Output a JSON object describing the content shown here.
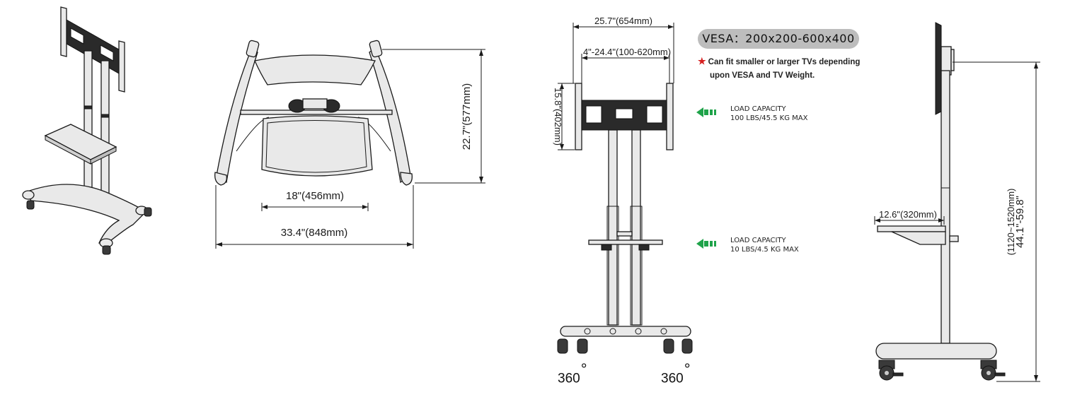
{
  "views": {
    "top": {
      "width_label": "33.4\"(848mm)",
      "shelf_width_label": "18\"(456mm)",
      "depth_label": "22.7\"(577mm)"
    },
    "front": {
      "bracket_width_label": "25.7\"(654mm)",
      "vesa_range_label": "4\"-24.4\"(100-620mm)",
      "bracket_height_label": "15.8\"(402mm)",
      "wheel_rotation_left": "360",
      "wheel_rotation_right": "360"
    },
    "side": {
      "shelf_depth_label": "12.6\"(320mm)",
      "height_range_in": "44.1\"-59.8\"",
      "height_range_mm": "(1120~1520mm)"
    }
  },
  "specs": {
    "vesa": "VESA：200x200-600x400",
    "fit_note_line1": "Can fit smaller or larger TVs depending",
    "fit_note_line2": "upon VESA and TV Weight.",
    "load_tv_title": "LOAD CAPACITY",
    "load_tv_value": "100 LBS/45.5 KG MAX",
    "load_shelf_title": "LOAD CAPACITY",
    "load_shelf_value": "10 LBS/4.5 KG MAX"
  },
  "colors": {
    "badge": "#bdbdbd",
    "star": "#d62020",
    "arrow": "#1fa34a",
    "line": "#1a1a1a"
  },
  "icons": [
    "star-icon",
    "green-arrow-icon"
  ]
}
